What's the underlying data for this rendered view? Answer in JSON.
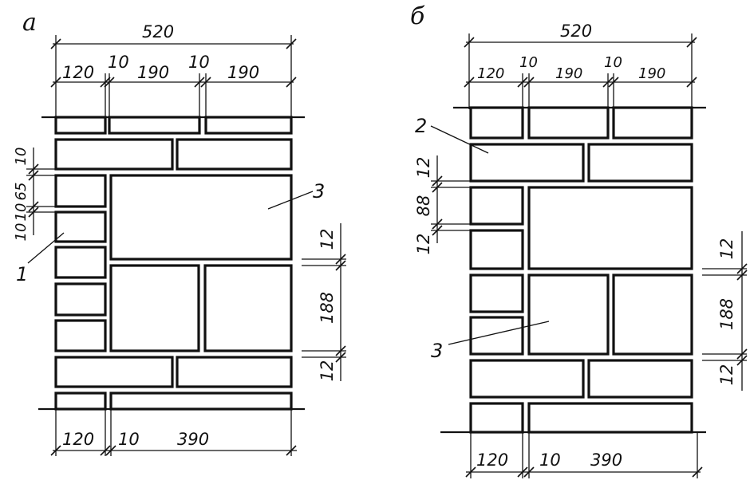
{
  "panels": {
    "a": {
      "letter": "а",
      "top_total": "520",
      "top_parts": [
        "120",
        "10",
        "190",
        "10",
        "190"
      ],
      "left_dims": [
        "10",
        "65",
        "10",
        "10"
      ],
      "right_dims": [
        "12",
        "188",
        "12"
      ],
      "bottom_parts": [
        "120",
        "10",
        "390"
      ],
      "callouts": [
        "1",
        "3"
      ]
    },
    "b": {
      "letter": "б",
      "top_total": "520",
      "top_parts": [
        "120",
        "10",
        "190",
        "10",
        "190"
      ],
      "left_dims": [
        "12",
        "88",
        "12"
      ],
      "right_dims": [
        "12",
        "188",
        "12"
      ],
      "bottom_parts": [
        "120",
        "10",
        "390"
      ],
      "callouts": [
        "2",
        "3"
      ]
    }
  }
}
